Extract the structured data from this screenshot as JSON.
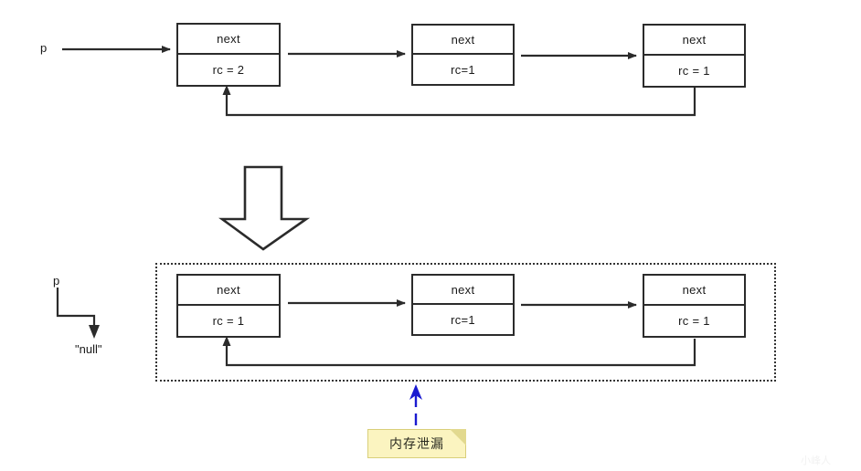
{
  "diagram": {
    "title_hidden": "",
    "top_row": {
      "pointer_label": "p",
      "nodes": [
        {
          "next_label": "next",
          "rc_label": "rc = 2"
        },
        {
          "next_label": "next",
          "rc_label": "rc=1"
        },
        {
          "next_label": "next",
          "rc_label": "rc = 1"
        }
      ]
    },
    "bottom_row": {
      "pointer_label": "p",
      "null_label": "\"null\"",
      "nodes": [
        {
          "next_label": "next",
          "rc_label": "rc = 1"
        },
        {
          "next_label": "next",
          "rc_label": "rc=1"
        },
        {
          "next_label": "next",
          "rc_label": "rc = 1"
        }
      ]
    },
    "annotation": {
      "note_text": "内存泄漏",
      "note_fill": "#fbf4c0",
      "note_border": "#d9cf7a",
      "arrow_color": "#1a1ad0"
    },
    "transition_arrow": {
      "name": "big-down-arrow",
      "stroke": "#2b2b2b"
    },
    "colors": {
      "line": "#2b2b2b",
      "background": "#ffffff",
      "leak_border": "#333333"
    },
    "watermark": "小峰人"
  }
}
